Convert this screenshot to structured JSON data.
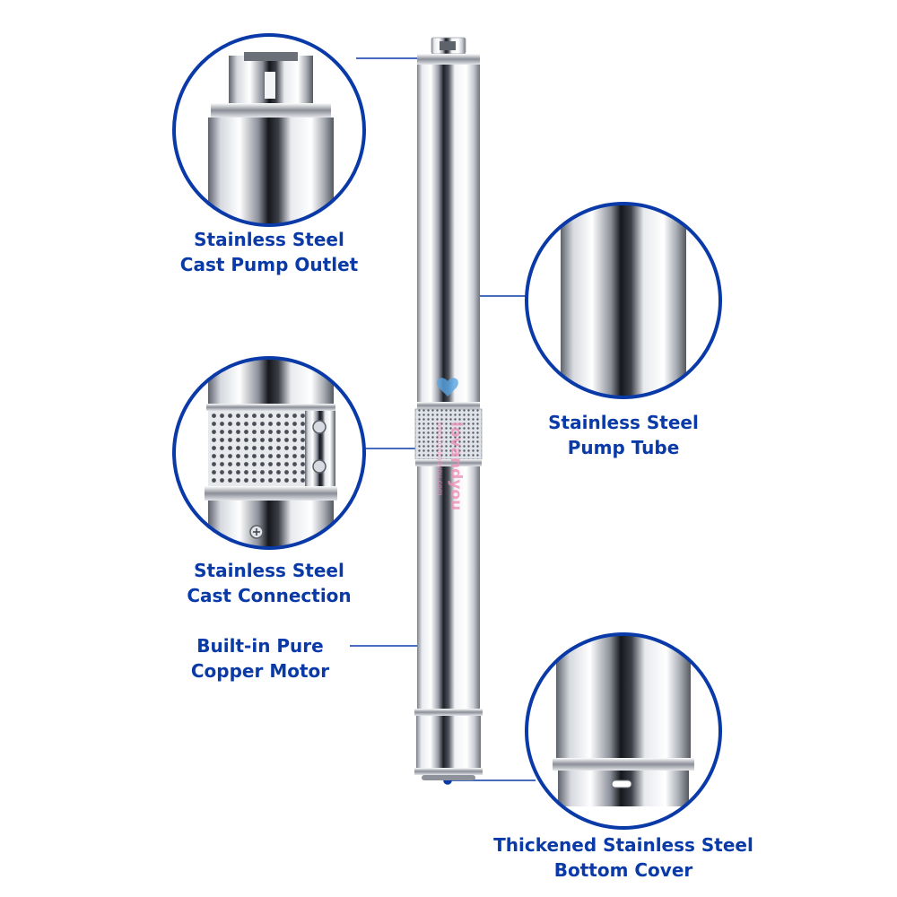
{
  "colors": {
    "accent": "#0a3aa8",
    "steel_light": "#f4f5f7",
    "steel_dark": "#1a1c22",
    "background": "#ffffff"
  },
  "callouts": [
    {
      "line1": "Stainless Steel",
      "line2": "Cast Pump Outlet"
    },
    {
      "line1": "Stainless Steel",
      "line2": "Pump Tube"
    },
    {
      "line1": "Stainless Steel",
      "line2": "Cast Connection"
    },
    {
      "line1": "Built-in Pure",
      "line2": "Copper Motor"
    },
    {
      "line1": "Thickened Stainless Steel",
      "line2": "Bottom Cover"
    }
  ],
  "watermark": {
    "brand": "lovandyou",
    "site": "www.lovandyou.com"
  }
}
